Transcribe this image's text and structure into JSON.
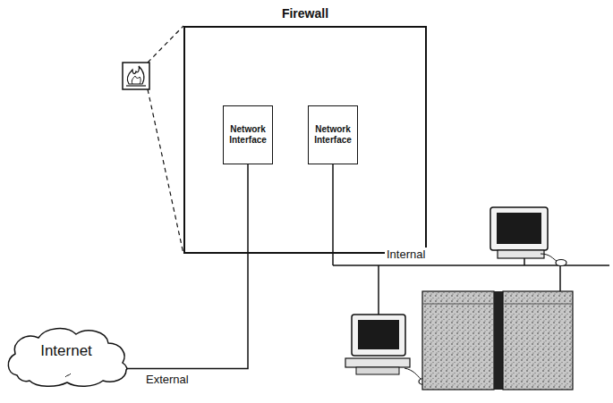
{
  "diagram": {
    "nodes": [
      {
        "text": [
          "Firewall"
        ]
      },
      {
        "text": [
          "Network Interface"
        ],
        "in": 0
      },
      {
        "text": [
          "Network Interface"
        ],
        "in": 0
      },
      {
        "text": [
          "Internet"
        ]
      }
    ],
    "edges": [
      {
        "from": 3,
        "to": 1,
        "arrow": "none",
        "label": "External"
      }
    ],
    "labels": [
      "Internal"
    ]
  }
}
